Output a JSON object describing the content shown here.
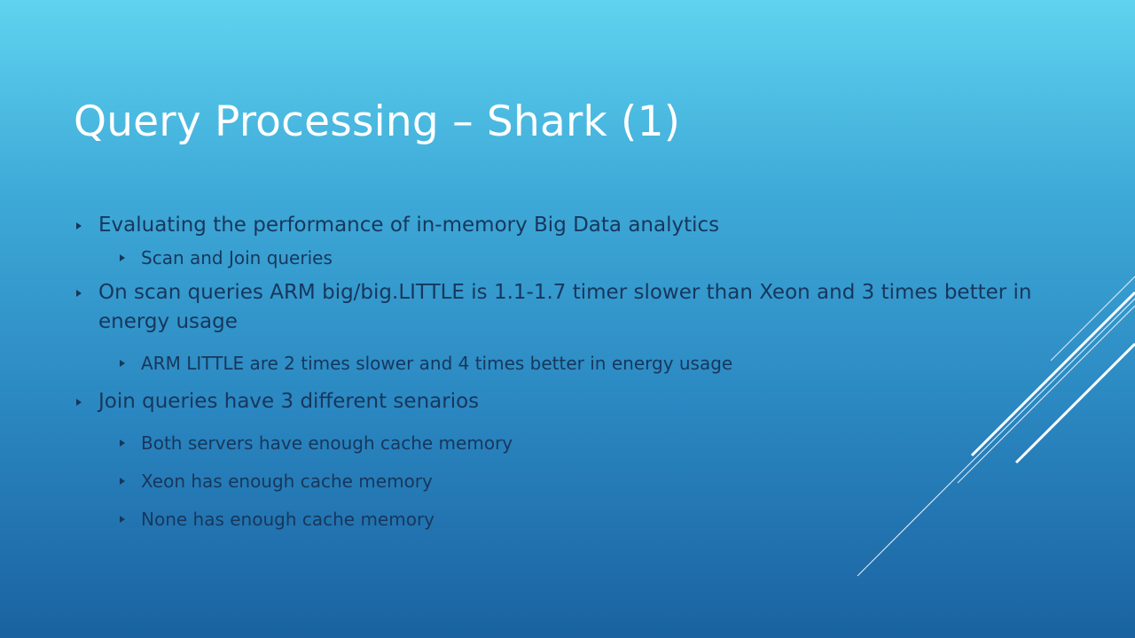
{
  "slide": {
    "title": "Query Processing – Shark (1)",
    "bullets": [
      {
        "level": 1,
        "text": "Evaluating the performance of in-memory Big Data analytics"
      },
      {
        "level": 2,
        "text": "Scan and Join queries"
      },
      {
        "level": 1,
        "text": "On scan queries ARM big/big.LITTLE is 1.1-1.7 timer slower than Xeon and 3 times better in energy usage"
      },
      {
        "level": 2,
        "text": "ARM LITTLE are 2 times slower and 4 times better in energy usage"
      },
      {
        "level": 1,
        "text": "Join queries have 3 different senarios"
      },
      {
        "level": 2,
        "text": "Both servers have enough cache memory"
      },
      {
        "level": 2,
        "text": "Xeon has enough cache memory"
      },
      {
        "level": 2,
        "text": "None has enough cache memory"
      }
    ]
  },
  "colors": {
    "title": "#ffffff",
    "body_text": "#17375d",
    "background_top": "#5fd3ef",
    "background_bottom": "#1a62a0"
  },
  "icons": {
    "bullet": "triangle-right-icon"
  }
}
